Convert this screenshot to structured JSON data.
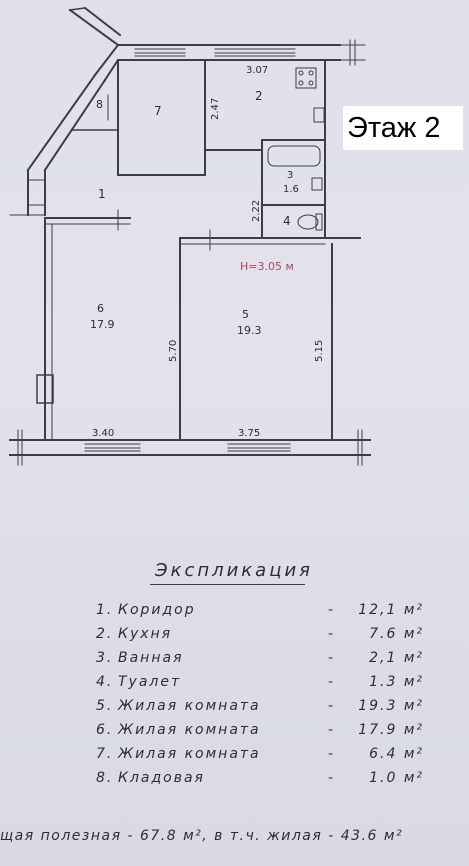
{
  "floor_label": "Этаж 2",
  "plan": {
    "ceiling_height": "H=3.05 м",
    "dimensions": {
      "top_width": "3.07",
      "kitchen_side": "2.47",
      "bath_side": "2.22",
      "room6_side": "5.70",
      "room5_side": "5.15",
      "room6_bottom": "3.40",
      "room5_bottom": "3.75"
    },
    "rooms": [
      {
        "num": "1",
        "area": ""
      },
      {
        "num": "2",
        "area": ""
      },
      {
        "num": "3",
        "area": "1.6"
      },
      {
        "num": "4",
        "area": ""
      },
      {
        "num": "5",
        "area": "19.3"
      },
      {
        "num": "6",
        "area": "17.9"
      },
      {
        "num": "7",
        "area": ""
      },
      {
        "num": "8",
        "area": ""
      }
    ]
  },
  "legend": {
    "title": "Экспликация",
    "items": [
      {
        "num": "1.",
        "name": "Коридор",
        "area": "12,1 м²"
      },
      {
        "num": "2.",
        "name": "Кухня",
        "area": "7.6 м²"
      },
      {
        "num": "3.",
        "name": "Ванная",
        "area": "2,1 м²"
      },
      {
        "num": "4.",
        "name": "Туалет",
        "area": "1.3 м²"
      },
      {
        "num": "5.",
        "name": "Жилая комната",
        "area": "19.3 м²"
      },
      {
        "num": "6.",
        "name": "Жилая комната",
        "area": "17.9 м²"
      },
      {
        "num": "7.",
        "name": "Жилая комната",
        "area": "6.4 м²"
      },
      {
        "num": "8.",
        "name": "Кладовая",
        "area": "1.0 м²"
      }
    ],
    "footer": "щая полезная - 67.8 м², в т.ч. жилая - 43.6 м²"
  }
}
